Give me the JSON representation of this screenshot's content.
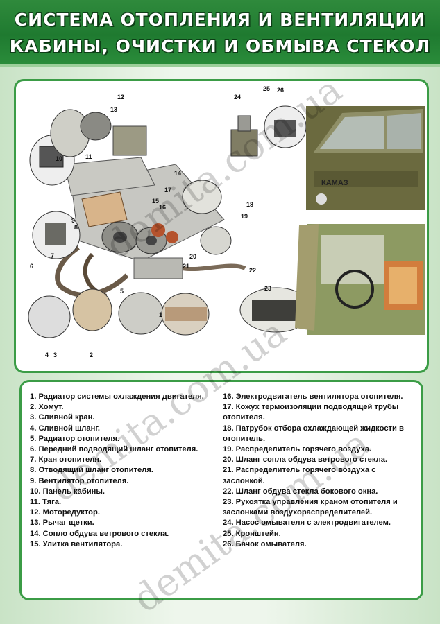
{
  "title": {
    "line1": "СИСТЕМА ОТОПЛЕНИЯ И ВЕНТИЛЯЦИИ",
    "line2": "КАБИНЫ, ОЧИСТКИ И ОБМЫВА СТЕКОЛ"
  },
  "callouts": [
    "1",
    "2",
    "3",
    "4",
    "5",
    "6",
    "7",
    "8",
    "9",
    "10",
    "11",
    "12",
    "13",
    "14",
    "15",
    "16",
    "17",
    "18",
    "19",
    "20",
    "21",
    "22",
    "23",
    "24",
    "25",
    "26"
  ],
  "truck_label": "КАМАЗ",
  "watermark": "demita.com.ua",
  "legend": {
    "left": [
      "1. Радиатор системы охлаждения двигателя.",
      "2. Хомут.",
      "3. Сливной кран.",
      "4. Сливной шланг.",
      "5. Радиатор отопителя.",
      "6. Передний подводящий шланг отопителя.",
      "7. Кран отопителя.",
      "8. Отводящий шланг отопителя.",
      "9. Вентилятор отопителя.",
      "10. Панель кабины.",
      "11. Тяга.",
      "12. Моторедуктор.",
      "13. Рычаг щетки.",
      "14. Сопло обдува ветрового стекла.",
      "15. Улитка вентилятора."
    ],
    "right": [
      "16. Электродвигатель вентилятора отопителя.",
      "17. Кожух термоизоляции подводящей трубы отопителя.",
      "18. Патрубок отбора охлаждающей жидкости в отопитель.",
      "19. Распределитель горячего воздуха.",
      "20. Шланг сопла обдува ветрового стекла.",
      "21. Распределитель горячего воздуха с заслонкой.",
      "22. Шланг обдува стекла бокового окна.",
      "23. Рукоятка управления краном отопителя и заслонками воздухораспределителей.",
      "24. Насос омывателя с электродвигателем.",
      "25. Кронштейн.",
      "26. Бачок омывателя."
    ]
  }
}
